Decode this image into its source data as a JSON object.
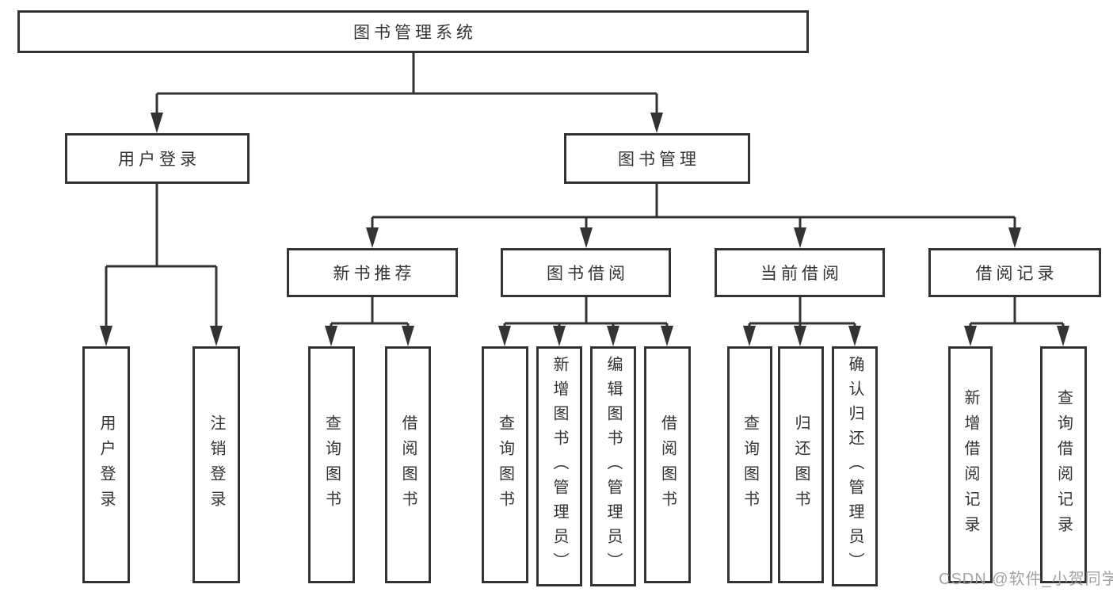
{
  "tree": {
    "label": "图书管理系统",
    "children": [
      {
        "label": "用户登录",
        "children": [
          {
            "label": "用户登录"
          },
          {
            "label": "注销登录"
          }
        ]
      },
      {
        "label": "图书管理",
        "children": [
          {
            "label": "新书推荐",
            "children": [
              {
                "label": "查询图书"
              },
              {
                "label": "借阅图书"
              }
            ]
          },
          {
            "label": "图书借阅",
            "children": [
              {
                "label": "查询图书"
              },
              {
                "label": "新增图书（管理员）"
              },
              {
                "label": "编辑图书（管理员）"
              },
              {
                "label": "借阅图书"
              }
            ]
          },
          {
            "label": "当前借阅",
            "children": [
              {
                "label": "查询图书"
              },
              {
                "label": "归还图书"
              },
              {
                "label": "确认归还（管理员）"
              }
            ]
          },
          {
            "label": "借阅记录",
            "children": [
              {
                "label": "新增借阅记录"
              },
              {
                "label": "查询借阅记录"
              }
            ]
          }
        ]
      }
    ]
  },
  "watermark": {
    "text": "CSDN @软件_小贺同学"
  },
  "colors": {
    "line": "#333333",
    "text": "#333333",
    "box_bg": "#ffffff",
    "background": "#ffffff",
    "watermark": "#9c9c9c"
  }
}
